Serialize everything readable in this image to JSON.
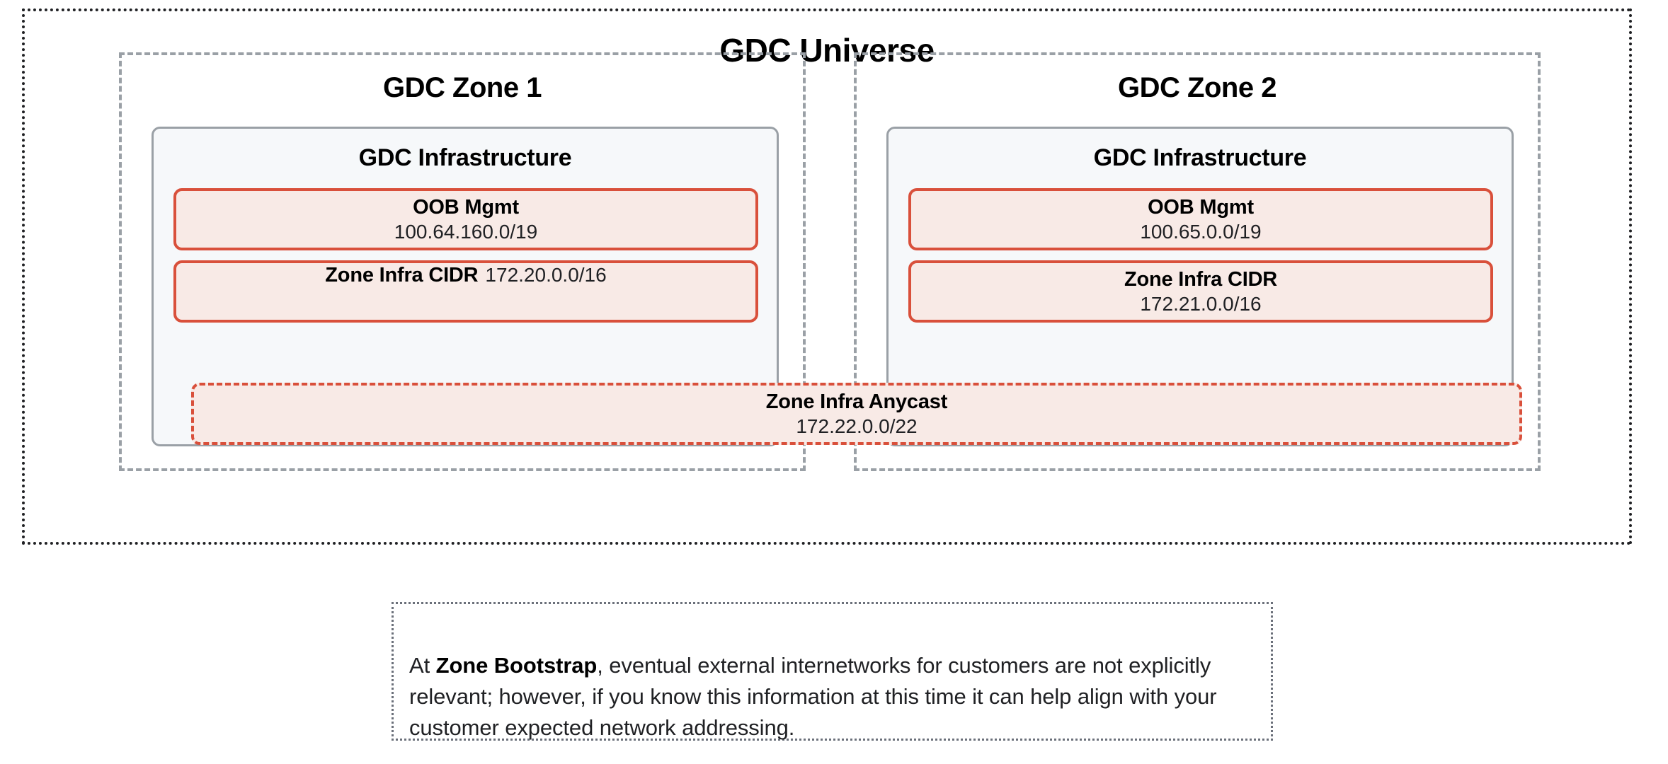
{
  "diagram": {
    "universe": {
      "title": "GDC Universe"
    },
    "note": {
      "lead": "At ",
      "bold": "Zone Bootstrap",
      "rest": ", eventual external internetworks for customers are not explicitly relevant; however, if you know this information at this time it can help align with your customer expected network addressing."
    },
    "spanning": {
      "label": "Zone Infra Anycast",
      "value": "172.22.0.0/22"
    },
    "zones": [
      {
        "title": "GDC Zone 1",
        "infra_title": "GDC Infrastructure",
        "oob": {
          "label": "OOB Mgmt",
          "value": "100.64.160.0/19"
        },
        "cidr": {
          "label": "Zone Infra CIDR",
          "value": "172.20.0.0/16"
        }
      },
      {
        "title": "GDC Zone 2",
        "infra_title": "GDC Infrastructure",
        "oob": {
          "label": "OOB Mgmt",
          "value": "100.65.0.0/19"
        },
        "cidr": {
          "label": "Zone Infra CIDR",
          "value": "172.21.0.0/16"
        }
      }
    ],
    "colors": {
      "network_border": "#d9503b",
      "network_fill": "#f8eae6",
      "infra_border": "#9aa0a6",
      "infra_fill": "#f6f8fa",
      "zone_border": "#9aa0a6",
      "universe_border": "#202124",
      "note_border": "#6b707a"
    }
  }
}
